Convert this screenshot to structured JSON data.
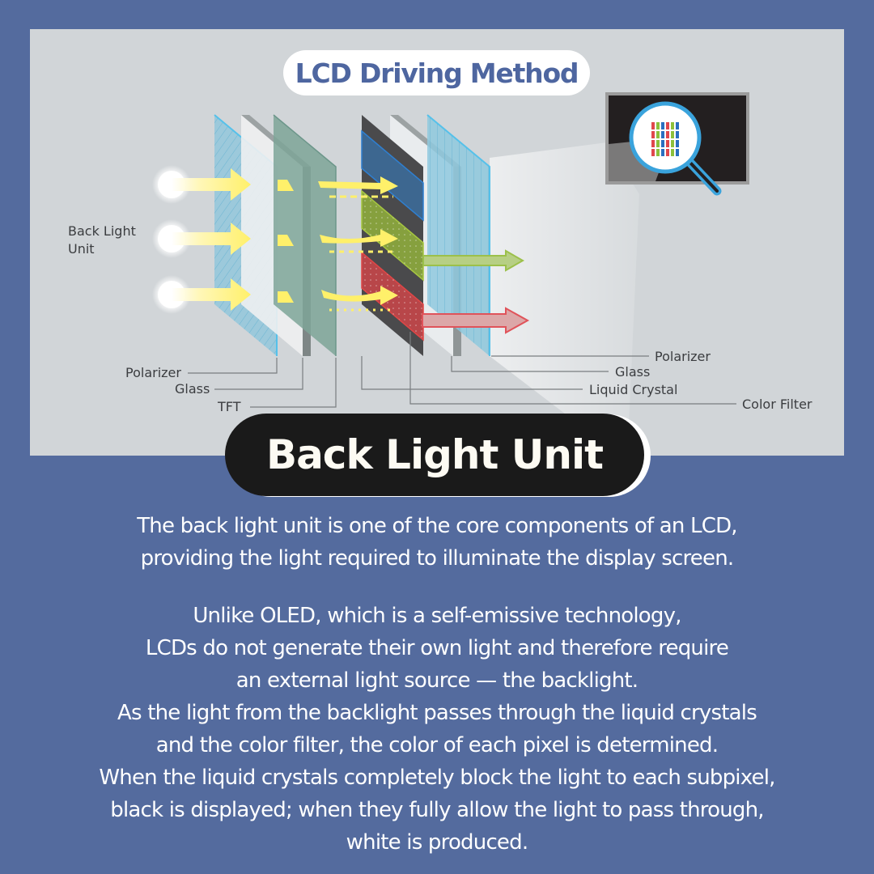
{
  "header": {
    "title": "LCD Driving Method"
  },
  "diagram": {
    "left_label": "Back Light Unit",
    "left_label_lines": [
      "Back Light",
      "Unit"
    ],
    "bottom_left_labels": [
      "Polarizer",
      "Glass",
      "TFT"
    ],
    "bottom_right_labels": [
      "Polarizer",
      "Glass",
      "Liquid Crystal",
      "Color Filter"
    ],
    "colors": {
      "background": "#546b9e",
      "panel": "#d1d5d8",
      "light_arrow": "#fff27a",
      "polarizer": "#5bb8dc",
      "tft": "#7fa69a",
      "color_filter_blue": "#3c6a94",
      "color_filter_green": "#8aa83a",
      "color_filter_red": "#c0474a",
      "output_green": "#9cc04a",
      "output_red": "#e0535a",
      "magnifier": "#3aa3dc"
    },
    "magnifier_subpixel_colors": [
      "red",
      "green",
      "blue",
      "red",
      "green",
      "blue"
    ]
  },
  "section": {
    "heading": "Back Light Unit",
    "paragraph1": [
      "The back light unit is one of the core components of an LCD,",
      "providing the light required to illuminate the display screen."
    ],
    "paragraph2": [
      "Unlike OLED, which is a self-emissive technology,",
      "LCDs do not generate their own light and therefore require",
      "an external light source — the backlight.",
      "As the light from the backlight passes through the liquid crystals",
      "and the color filter, the color of each pixel is determined.",
      "When the liquid crystals completely block the light to each subpixel,",
      "black is displayed; when they fully allow the light to pass through,",
      "white is produced."
    ]
  }
}
